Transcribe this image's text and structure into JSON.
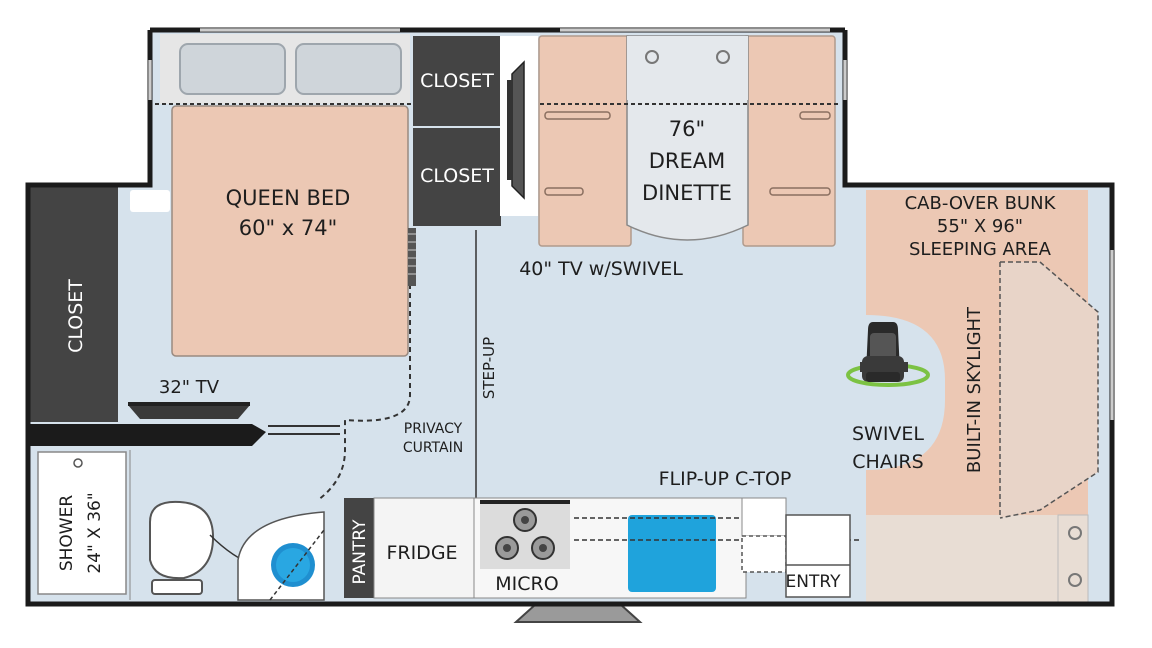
{
  "labels": {
    "closet_top_1": "CLOSET",
    "closet_top_2": "CLOSET",
    "closet_side": "CLOSET",
    "queen_bed_line1": "QUEEN BED",
    "queen_bed_line2": "60\" x 74\"",
    "dinette_line1": "76\"",
    "dinette_line2": "DREAM",
    "dinette_line3": "DINETTE",
    "tv_40": "40\" TV w/SWIVEL",
    "cabover_line1": "CAB-OVER BUNK",
    "cabover_line2": "55\" X 96\"",
    "cabover_line3": "SLEEPING AREA",
    "skylight": "BUILT-IN SKYLIGHT",
    "swivel_line1": "SWIVEL",
    "swivel_line2": "CHAIRS",
    "step_up": "STEP-UP",
    "tv_32": "32\" TV",
    "privacy_line1": "PRIVACY",
    "privacy_line2": "CURTAIN",
    "flip_up": "FLIP-UP C-TOP",
    "shower_line1": "SHOWER",
    "shower_line2": "24\" X 36\"",
    "pantry": "PANTRY",
    "fridge": "FRIDGE",
    "micro": "MICRO",
    "entry": "ENTRY"
  },
  "icons": [
    "bed-pillow-icon",
    "tv-icon",
    "captain-chair-icon",
    "stove-burner-icon",
    "sink-icon",
    "toilet-icon",
    "shower-drain-icon"
  ],
  "colors": {
    "floor": "#d6e2ec",
    "bed": "#ecc8b4",
    "wall": "#1b1b1b",
    "closet": "#444444",
    "sink": "#1fa3dc",
    "swivel_ring": "#7cc243"
  }
}
